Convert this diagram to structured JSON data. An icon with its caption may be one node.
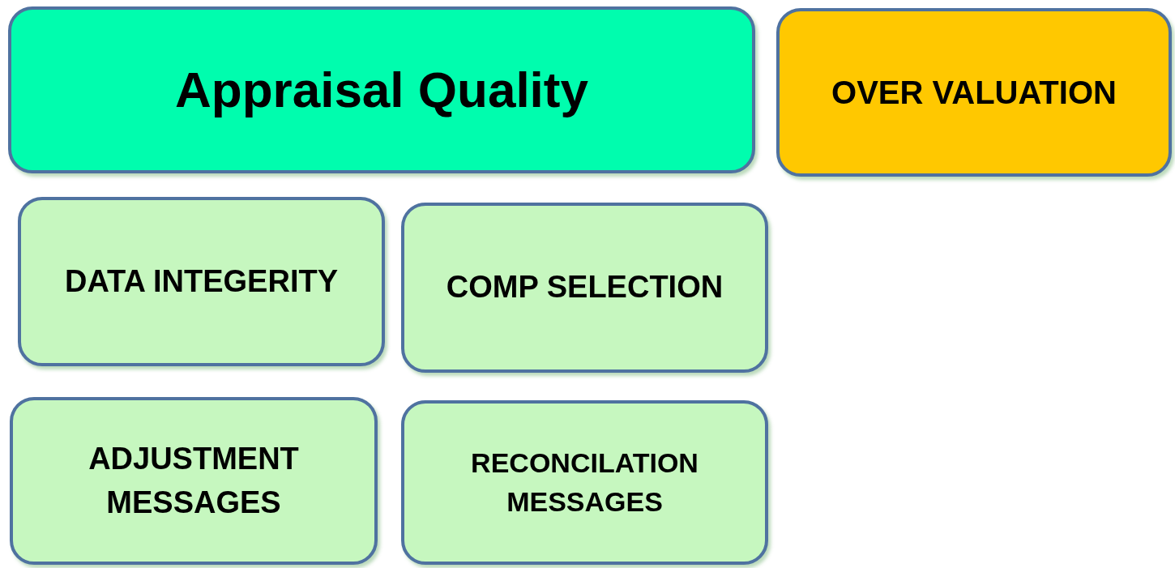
{
  "diagram": {
    "nodes": [
      {
        "text": [
          "Appraisal Quality"
        ]
      },
      {
        "text": [
          "OVER VALUATION"
        ]
      },
      {
        "text": [
          "DATA INTEGERITY"
        ]
      },
      {
        "text": [
          "COMP SELECTION"
        ]
      },
      {
        "text": [
          "ADJUSTMENT MESSAGES"
        ]
      },
      {
        "text": [
          "RECONCILATION MESSAGES"
        ]
      }
    ]
  }
}
